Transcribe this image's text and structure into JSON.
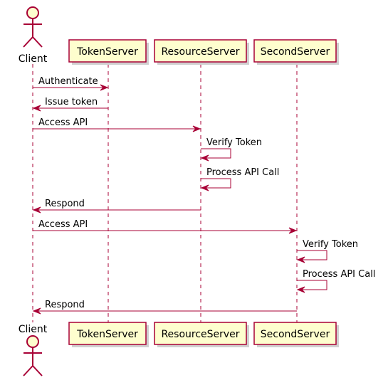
{
  "colors": {
    "participant_fill": "#FEFECE",
    "participant_border": "#A80036",
    "lifeline": "#A80036",
    "arrow": "#A80036",
    "shadow": "#D0D0D0",
    "text": "#000000"
  },
  "participants": [
    {
      "id": "client",
      "name": "Client",
      "kind": "actor",
      "icon": "actor-stick-figure-icon"
    },
    {
      "id": "tokenserver",
      "name": "TokenServer",
      "kind": "participant"
    },
    {
      "id": "resourceserver",
      "name": "ResourceServer",
      "kind": "participant"
    },
    {
      "id": "secondserver",
      "name": "SecondServer",
      "kind": "participant"
    }
  ],
  "messages": [
    {
      "from": "client",
      "to": "tokenserver",
      "label": "Authenticate"
    },
    {
      "from": "tokenserver",
      "to": "client",
      "label": "Issue token"
    },
    {
      "from": "client",
      "to": "resourceserver",
      "label": "Access API"
    },
    {
      "from": "resourceserver",
      "to": "resourceserver",
      "label": "Verify Token"
    },
    {
      "from": "resourceserver",
      "to": "resourceserver",
      "label": "Process API Call"
    },
    {
      "from": "resourceserver",
      "to": "client",
      "label": "Respond"
    },
    {
      "from": "client",
      "to": "secondserver",
      "label": "Access API"
    },
    {
      "from": "secondserver",
      "to": "secondserver",
      "label": "Verify Token"
    },
    {
      "from": "secondserver",
      "to": "secondserver",
      "label": "Process API Call"
    },
    {
      "from": "secondserver",
      "to": "client",
      "label": "Respond"
    }
  ]
}
